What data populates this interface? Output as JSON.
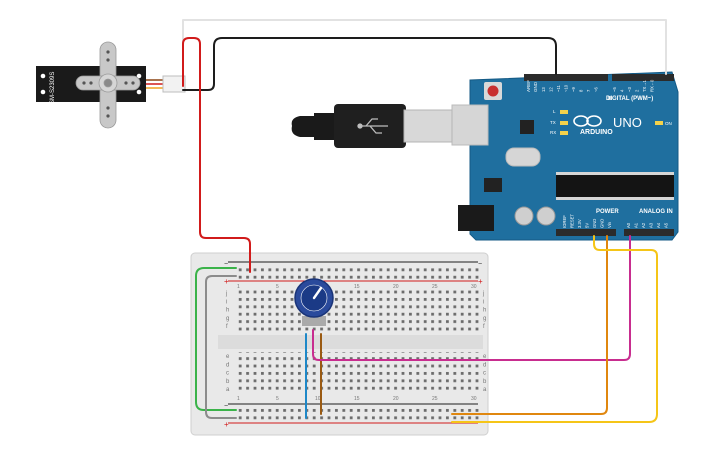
{
  "servo": {
    "label": "SM-S2309S",
    "colors": {
      "body": "#1a1a1a",
      "horn": "#c8c8c8",
      "connector": "#f2f2f2"
    }
  },
  "arduino": {
    "brand": "ARDUINO",
    "model": "UNO",
    "digital_label": "DIGITAL (PWM~)",
    "power_label": "POWER",
    "analog_label": "ANALOG IN",
    "aref": "AREF",
    "gnd": "GND",
    "l_led": "L",
    "tx_led": "TX",
    "rx_led": "RX",
    "on_led": "ON",
    "digital_pins": [
      "13",
      "12",
      "~11",
      "~10",
      "~9",
      "8",
      "7",
      "~6",
      "~5",
      "4",
      "~3",
      "2",
      "TX→1",
      "RX←0"
    ],
    "power_pins": [
      "IOREF",
      "RESET",
      "3.3V",
      "5V",
      "GND",
      "GND",
      "Vin"
    ],
    "analog_pins": [
      "A0",
      "A1",
      "A2",
      "A3",
      "A4",
      "A5"
    ],
    "colors": {
      "board": "#1f6f9f",
      "header": "#2b2b2b",
      "text": "#ffffff"
    }
  },
  "breadboard": {
    "row_letters_top": [
      "j",
      "i",
      "h",
      "g",
      "f"
    ],
    "row_letters_bottom": [
      "e",
      "d",
      "c",
      "b",
      "a"
    ],
    "column_numbers": [
      "1",
      "5",
      "10",
      "15",
      "20",
      "25",
      "30"
    ],
    "rail_plus": "+",
    "rail_minus": "−"
  },
  "wires": {
    "colors": {
      "black": "#1d1d1d",
      "red": "#d11b1b",
      "white": "#e2e2e2",
      "green": "#3bb34a",
      "gray": "#8c8c8c",
      "orange": "#e0870f",
      "magenta": "#c82d8f",
      "yellow": "#f5c518",
      "blue": "#1e88c8",
      "brown": "#9a5a12"
    }
  },
  "potentiometer": {
    "colors": {
      "body": "#2a4a9c",
      "knob": "#1b3a86"
    }
  }
}
